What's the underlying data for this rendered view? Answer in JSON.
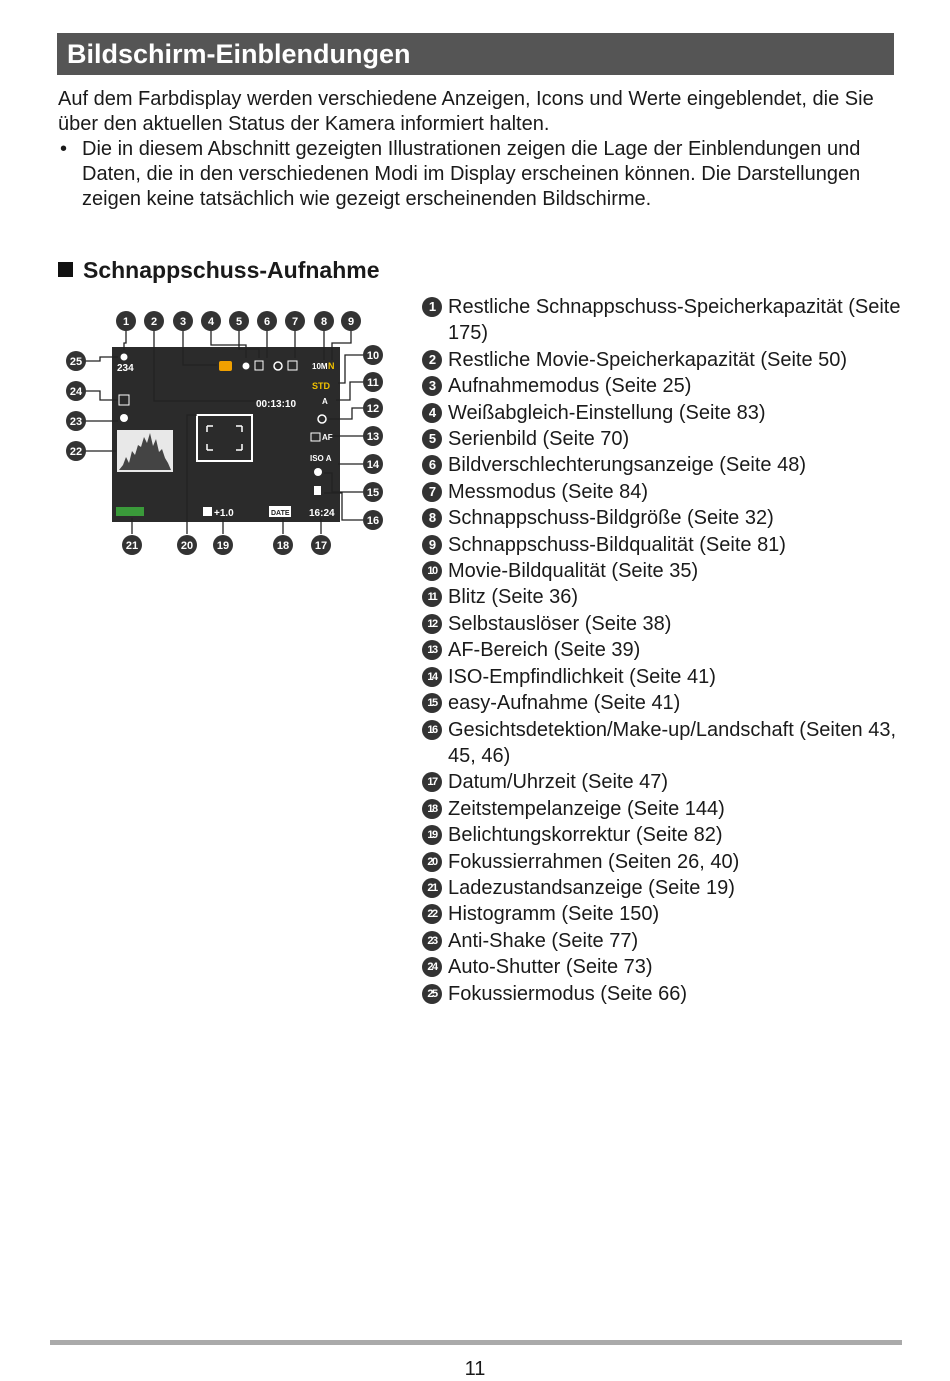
{
  "header": {
    "title": "Bildschirm-Einblendungen"
  },
  "intro": {
    "paragraph": "Auf dem Farbdisplay werden verschiedene Anzeigen, Icons und Werte eingeblendet, die Sie über den aktuellen Status der Kamera informiert halten.",
    "bullet_symbol": "•",
    "bullet": "Die in diesem Abschnitt gezeigten Illustrationen zeigen die Lage der Einblendungen und Daten, die in den verschiedenen Modi im Display erscheinen können. Die Darstellungen zeigen keine tatsächlich wie gezeigt erscheinenden Bildschirme."
  },
  "section": {
    "title": "Schnappschuss-Aufnahme"
  },
  "screen": {
    "shots_remaining": "234",
    "movie_time": "00:13:10",
    "movie_quality": "STD",
    "exposure": "+1.0",
    "date_label": "DATE",
    "time": "16:24",
    "iso": "ISO A",
    "af": "AF",
    "flash": "A",
    "image_size": "10M",
    "quality": "N"
  },
  "legend": [
    {
      "num": "1",
      "text": "Restliche Schnappschuss-Speicherkapazität (Seite 175)"
    },
    {
      "num": "2",
      "text": "Restliche Movie-Speicherkapazität (Seite 50)"
    },
    {
      "num": "3",
      "text": "Aufnahmemodus (Seite 25)"
    },
    {
      "num": "4",
      "text": "Weißabgleich-Einstellung (Seite 83)"
    },
    {
      "num": "5",
      "text": "Serienbild (Seite 70)"
    },
    {
      "num": "6",
      "text": "Bildverschlechterungsanzeige (Seite 48)"
    },
    {
      "num": "7",
      "text": "Messmodus (Seite 84)"
    },
    {
      "num": "8",
      "text": "Schnappschuss-Bildgröße (Seite 32)"
    },
    {
      "num": "9",
      "text": "Schnappschuss-Bildqualität (Seite 81)"
    },
    {
      "num": "10",
      "text": "Movie-Bildqualität (Seite 35)"
    },
    {
      "num": "11",
      "text": "Blitz (Seite 36)"
    },
    {
      "num": "12",
      "text": "Selbstauslöser (Seite 38)"
    },
    {
      "num": "13",
      "text": "AF-Bereich (Seite 39)"
    },
    {
      "num": "14",
      "text": "ISO-Empfindlichkeit (Seite 41)"
    },
    {
      "num": "15",
      "text": "easy-Aufnahme (Seite 41)"
    },
    {
      "num": "16",
      "text": "Gesichtsdetektion/Make-up/Landschaft (Seiten 43, 45, 46)"
    },
    {
      "num": "17",
      "text": "Datum/Uhrzeit (Seite 47)"
    },
    {
      "num": "18",
      "text": "Zeitstempelanzeige (Seite 144)"
    },
    {
      "num": "19",
      "text": "Belichtungskorrektur (Seite 82)"
    },
    {
      "num": "20",
      "text": "Fokussierrahmen (Seiten 26, 40)"
    },
    {
      "num": "21",
      "text": "Ladezustandsanzeige (Seite 19)"
    },
    {
      "num": "22",
      "text": "Histogramm (Seite 150)"
    },
    {
      "num": "23",
      "text": "Anti-Shake (Seite 77)"
    },
    {
      "num": "24",
      "text": "Auto-Shutter (Seite 73)"
    },
    {
      "num": "25",
      "text": "Fokussiermodus (Seite 66)"
    }
  ],
  "footer": {
    "page_number": "11"
  }
}
